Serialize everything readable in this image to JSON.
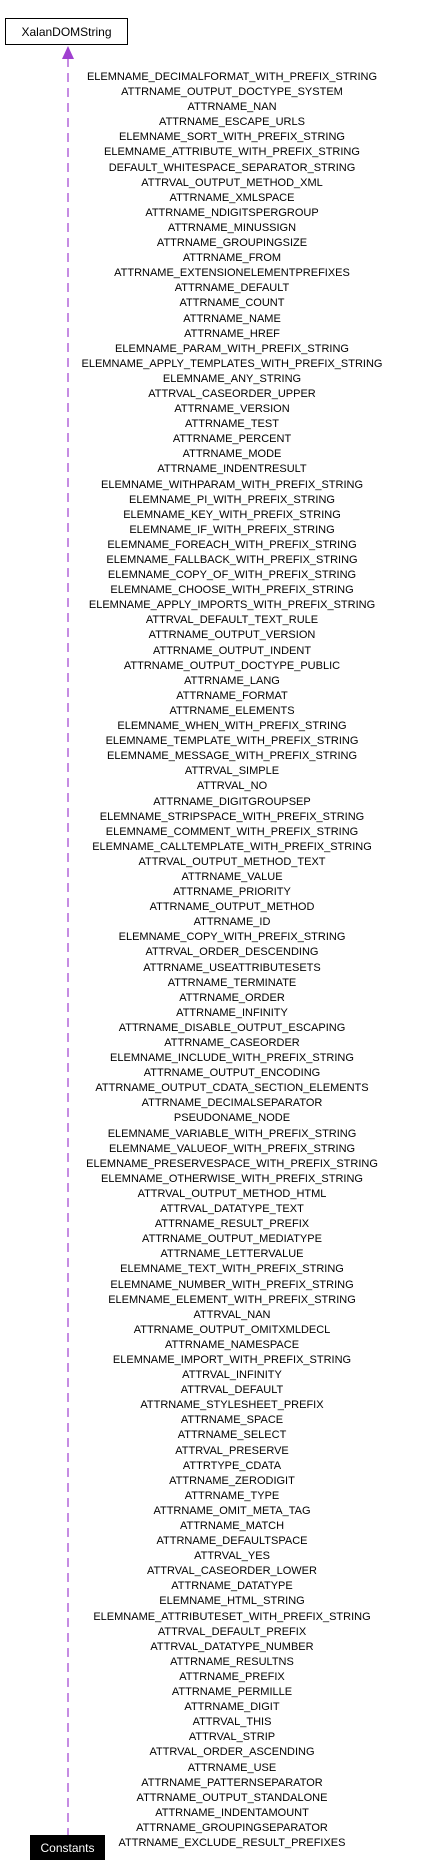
{
  "diagram": {
    "base_class": "XalanDOMString",
    "derived_class": "Constants",
    "edge_color": "#a040d0",
    "edge_style": "dashed",
    "member_labels": [
      "ELEMNAME_DECIMALFORMAT_WITH_PREFIX_STRING",
      "ATTRNAME_OUTPUT_DOCTYPE_SYSTEM",
      "ATTRNAME_NAN",
      "ATTRNAME_ESCAPE_URLS",
      "ELEMNAME_SORT_WITH_PREFIX_STRING",
      "ELEMNAME_ATTRIBUTE_WITH_PREFIX_STRING",
      "DEFAULT_WHITESPACE_SEPARATOR_STRING",
      "ATTRVAL_OUTPUT_METHOD_XML",
      "ATTRNAME_XMLSPACE",
      "ATTRNAME_NDIGITSPERGROUP",
      "ATTRNAME_MINUSSIGN",
      "ATTRNAME_GROUPINGSIZE",
      "ATTRNAME_FROM",
      "ATTRNAME_EXTENSIONELEMENTPREFIXES",
      "ATTRNAME_DEFAULT",
      "ATTRNAME_COUNT",
      "ATTRNAME_NAME",
      "ATTRNAME_HREF",
      "ELEMNAME_PARAM_WITH_PREFIX_STRING",
      "ELEMNAME_APPLY_TEMPLATES_WITH_PREFIX_STRING",
      "ELEMNAME_ANY_STRING",
      "ATTRVAL_CASEORDER_UPPER",
      "ATTRNAME_VERSION",
      "ATTRNAME_TEST",
      "ATTRNAME_PERCENT",
      "ATTRNAME_MODE",
      "ATTRNAME_INDENTRESULT",
      "ELEMNAME_WITHPARAM_WITH_PREFIX_STRING",
      "ELEMNAME_PI_WITH_PREFIX_STRING",
      "ELEMNAME_KEY_WITH_PREFIX_STRING",
      "ELEMNAME_IF_WITH_PREFIX_STRING",
      "ELEMNAME_FOREACH_WITH_PREFIX_STRING",
      "ELEMNAME_FALLBACK_WITH_PREFIX_STRING",
      "ELEMNAME_COPY_OF_WITH_PREFIX_STRING",
      "ELEMNAME_CHOOSE_WITH_PREFIX_STRING",
      "ELEMNAME_APPLY_IMPORTS_WITH_PREFIX_STRING",
      "ATTRVAL_DEFAULT_TEXT_RULE",
      "ATTRNAME_OUTPUT_VERSION",
      "ATTRNAME_OUTPUT_INDENT",
      "ATTRNAME_OUTPUT_DOCTYPE_PUBLIC",
      "ATTRNAME_LANG",
      "ATTRNAME_FORMAT",
      "ATTRNAME_ELEMENTS",
      "ELEMNAME_WHEN_WITH_PREFIX_STRING",
      "ELEMNAME_TEMPLATE_WITH_PREFIX_STRING",
      "ELEMNAME_MESSAGE_WITH_PREFIX_STRING",
      "ATTRVAL_SIMPLE",
      "ATTRVAL_NO",
      "ATTRNAME_DIGITGROUPSEP",
      "ELEMNAME_STRIPSPACE_WITH_PREFIX_STRING",
      "ELEMNAME_COMMENT_WITH_PREFIX_STRING",
      "ELEMNAME_CALLTEMPLATE_WITH_PREFIX_STRING",
      "ATTRVAL_OUTPUT_METHOD_TEXT",
      "ATTRNAME_VALUE",
      "ATTRNAME_PRIORITY",
      "ATTRNAME_OUTPUT_METHOD",
      "ATTRNAME_ID",
      "ELEMNAME_COPY_WITH_PREFIX_STRING",
      "ATTRVAL_ORDER_DESCENDING",
      "ATTRNAME_USEATTRIBUTESETS",
      "ATTRNAME_TERMINATE",
      "ATTRNAME_ORDER",
      "ATTRNAME_INFINITY",
      "ATTRNAME_DISABLE_OUTPUT_ESCAPING",
      "ATTRNAME_CASEORDER",
      "ELEMNAME_INCLUDE_WITH_PREFIX_STRING",
      "ATTRNAME_OUTPUT_ENCODING",
      "ATTRNAME_OUTPUT_CDATA_SECTION_ELEMENTS",
      "ATTRNAME_DECIMALSEPARATOR",
      "PSEUDONAME_NODE",
      "ELEMNAME_VARIABLE_WITH_PREFIX_STRING",
      "ELEMNAME_VALUEOF_WITH_PREFIX_STRING",
      "ELEMNAME_PRESERVESPACE_WITH_PREFIX_STRING",
      "ELEMNAME_OTHERWISE_WITH_PREFIX_STRING",
      "ATTRVAL_OUTPUT_METHOD_HTML",
      "ATTRVAL_DATATYPE_TEXT",
      "ATTRNAME_RESULT_PREFIX",
      "ATTRNAME_OUTPUT_MEDIATYPE",
      "ATTRNAME_LETTERVALUE",
      "ELEMNAME_TEXT_WITH_PREFIX_STRING",
      "ELEMNAME_NUMBER_WITH_PREFIX_STRING",
      "ELEMNAME_ELEMENT_WITH_PREFIX_STRING",
      "ATTRVAL_NAN",
      "ATTRNAME_OUTPUT_OMITXMLDECL",
      "ATTRNAME_NAMESPACE",
      "ELEMNAME_IMPORT_WITH_PREFIX_STRING",
      "ATTRVAL_INFINITY",
      "ATTRVAL_DEFAULT",
      "ATTRNAME_STYLESHEET_PREFIX",
      "ATTRNAME_SPACE",
      "ATTRNAME_SELECT",
      "ATTRVAL_PRESERVE",
      "ATTRTYPE_CDATA",
      "ATTRNAME_ZERODIGIT",
      "ATTRNAME_TYPE",
      "ATTRNAME_OMIT_META_TAG",
      "ATTRNAME_MATCH",
      "ATTRNAME_DEFAULTSPACE",
      "ATTRVAL_YES",
      "ATTRVAL_CASEORDER_LOWER",
      "ATTRNAME_DATATYPE",
      "ELEMNAME_HTML_STRING",
      "ELEMNAME_ATTRIBUTESET_WITH_PREFIX_STRING",
      "ATTRVAL_DEFAULT_PREFIX",
      "ATTRVAL_DATATYPE_NUMBER",
      "ATTRNAME_RESULTNS",
      "ATTRNAME_PREFIX",
      "ATTRNAME_PERMILLE",
      "ATTRNAME_DIGIT",
      "ATTRVAL_THIS",
      "ATTRVAL_STRIP",
      "ATTRVAL_ORDER_ASCENDING",
      "ATTRNAME_USE",
      "ATTRNAME_PATTERNSEPARATOR",
      "ATTRNAME_OUTPUT_STANDALONE",
      "ATTRNAME_INDENTAMOUNT",
      "ATTRNAME_GROUPINGSEPARATOR",
      "ATTRNAME_EXCLUDE_RESULT_PREFIXES"
    ]
  }
}
